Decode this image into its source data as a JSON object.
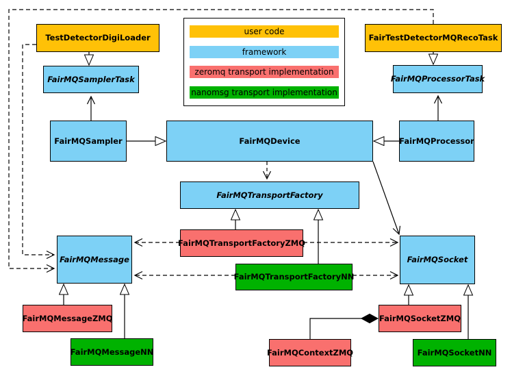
{
  "colors": {
    "user_code": "#FFC107",
    "framework": "#7DD1F6",
    "zeromq": "#F9706E",
    "nanomsg": "#00B200",
    "line": "#000000",
    "background": "#FFFFFF"
  },
  "legend": {
    "items": [
      {
        "label": "user code",
        "color_key": "user_code"
      },
      {
        "label": "framework",
        "color_key": "framework"
      },
      {
        "label": "zeromq transport implementation",
        "color_key": "zeromq"
      },
      {
        "label": "nanomsg transport implementation",
        "color_key": "nanomsg"
      }
    ]
  },
  "nodes": {
    "digi_loader": {
      "label": "TestDetectorDigiLoader",
      "category": "user code",
      "abstract": false
    },
    "reco_task": {
      "label": "FairTestDetectorMQRecoTask",
      "category": "user code",
      "abstract": false
    },
    "sampler_task": {
      "label": "FairMQSamplerTask",
      "category": "framework",
      "abstract": true
    },
    "processor_task": {
      "label": "FairMQProcessorTask",
      "category": "framework",
      "abstract": true
    },
    "sampler": {
      "label": "FairMQSampler",
      "category": "framework",
      "abstract": false
    },
    "device": {
      "label": "FairMQDevice",
      "category": "framework",
      "abstract": false
    },
    "processor": {
      "label": "FairMQProcessor",
      "category": "framework",
      "abstract": false
    },
    "transport_factory": {
      "label": "FairMQTransportFactory",
      "category": "framework",
      "abstract": true
    },
    "transport_factory_zmq": {
      "label": "FairMQTransportFactoryZMQ",
      "category": "zeromq transport implementation",
      "abstract": false
    },
    "transport_factory_nn": {
      "label": "FairMQTransportFactoryNN",
      "category": "nanomsg transport implementation",
      "abstract": false
    },
    "message": {
      "label": "FairMQMessage",
      "category": "framework",
      "abstract": true
    },
    "socket": {
      "label": "FairMQSocket",
      "category": "framework",
      "abstract": true
    },
    "message_zmq": {
      "label": "FairMQMessageZMQ",
      "category": "zeromq transport implementation",
      "abstract": false
    },
    "message_nn": {
      "label": "FairMQMessageNN",
      "category": "nanomsg transport implementation",
      "abstract": false
    },
    "context_zmq": {
      "label": "FairMQContextZMQ",
      "category": "zeromq transport implementation",
      "abstract": false
    },
    "socket_zmq": {
      "label": "FairMQSocketZMQ",
      "category": "zeromq transport implementation",
      "abstract": false
    },
    "socket_nn": {
      "label": "FairMQSocketNN",
      "category": "nanomsg transport implementation",
      "abstract": false
    }
  },
  "edges": [
    {
      "from": "TestDetectorDigiLoader",
      "to": "FairMQSamplerTask",
      "type": "inheritance"
    },
    {
      "from": "FairTestDetectorMQRecoTask",
      "to": "FairMQProcessorTask",
      "type": "inheritance"
    },
    {
      "from": "FairMQSampler",
      "to": "FairMQSamplerTask",
      "type": "association-arrow"
    },
    {
      "from": "FairMQProcessor",
      "to": "FairMQProcessorTask",
      "type": "association-arrow"
    },
    {
      "from": "FairMQSampler",
      "to": "FairMQDevice",
      "type": "inheritance"
    },
    {
      "from": "FairMQProcessor",
      "to": "FairMQDevice",
      "type": "inheritance"
    },
    {
      "from": "FairMQDevice",
      "to": "FairMQTransportFactory",
      "type": "dashed-dependency"
    },
    {
      "from": "FairMQDevice",
      "to": "FairMQSocket",
      "type": "association-arrow"
    },
    {
      "from": "FairMQTransportFactoryZMQ",
      "to": "FairMQTransportFactory",
      "type": "inheritance"
    },
    {
      "from": "FairMQTransportFactoryNN",
      "to": "FairMQTransportFactory",
      "type": "inheritance"
    },
    {
      "from": "FairMQTransportFactoryZMQ",
      "to": "FairMQMessage",
      "type": "dashed-dependency"
    },
    {
      "from": "FairMQTransportFactoryZMQ",
      "to": "FairMQSocket",
      "type": "dashed-dependency"
    },
    {
      "from": "FairMQTransportFactoryNN",
      "to": "FairMQMessage",
      "type": "dashed-dependency"
    },
    {
      "from": "FairMQTransportFactoryNN",
      "to": "FairMQSocket",
      "type": "dashed-dependency"
    },
    {
      "from": "TestDetectorDigiLoader",
      "to": "FairMQMessage",
      "type": "dashed-dependency"
    },
    {
      "from": "FairTestDetectorMQRecoTask",
      "to": "FairMQMessage",
      "type": "dashed-dependency"
    },
    {
      "from": "FairMQMessageZMQ",
      "to": "FairMQMessage",
      "type": "inheritance"
    },
    {
      "from": "FairMQMessageNN",
      "to": "FairMQMessage",
      "type": "inheritance"
    },
    {
      "from": "FairMQSocketZMQ",
      "to": "FairMQSocket",
      "type": "inheritance"
    },
    {
      "from": "FairMQSocketNN",
      "to": "FairMQSocket",
      "type": "inheritance"
    },
    {
      "from": "FairMQContextZMQ",
      "to": "FairMQSocketZMQ",
      "type": "composition"
    }
  ]
}
